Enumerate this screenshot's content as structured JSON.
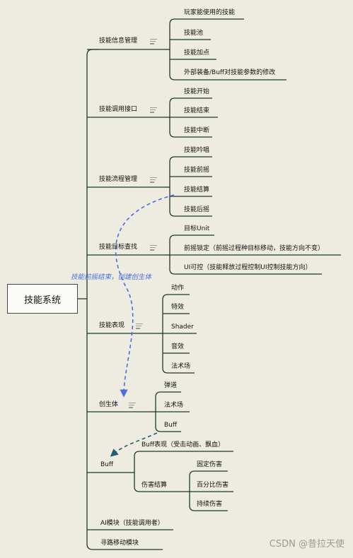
{
  "root": "技能系统",
  "branches": {
    "skill_info": {
      "label": "技能信息管理",
      "children": [
        "玩家能使用的技能",
        "技能池",
        "技能加点",
        "外部装备/Buff对技能参数的修改"
      ]
    },
    "skill_api": {
      "label": "技能调用接口",
      "children": [
        "技能开始",
        "技能结束",
        "技能中断"
      ]
    },
    "skill_flow": {
      "label": "技能流程管理",
      "children": [
        "技能吟唱",
        "技能前摇",
        "技能结算",
        "技能后摇"
      ]
    },
    "target": {
      "label": "技能目标查找",
      "children": [
        "目标Unit",
        "前摇锁定（前摇过程种目标移动，技能方向不变）",
        "UI可控（技能释放过程控制UI控制技能方向）"
      ]
    },
    "perform": {
      "label": "技能表现",
      "children": [
        "动作",
        "特效",
        "Shader",
        "音效",
        "法术场"
      ]
    },
    "creature": {
      "label": "创生体",
      "children": [
        "弹道",
        "法术场",
        "Buff"
      ]
    },
    "buff": {
      "label": "Buff",
      "show": "Buff表现（受击动画、飘血）",
      "damage": {
        "label": "伤害结算",
        "children": [
          "固定伤害",
          "百分比伤害",
          "持续伤害"
        ]
      }
    },
    "ai": {
      "label": "AI模块（技能调用者）"
    },
    "path": {
      "label": "寻路移动模块"
    }
  },
  "relation_text": "技能前摇结束，创建创生体",
  "watermark": "CSDN @昔拉天使",
  "colors": {
    "background": "#eeebe0",
    "line": "#1e3a28",
    "relation_blue": "#4a6ee0",
    "relation_teal": "#1f5f6f",
    "note_icon": "#999999"
  },
  "icons": [
    "note-icon"
  ]
}
